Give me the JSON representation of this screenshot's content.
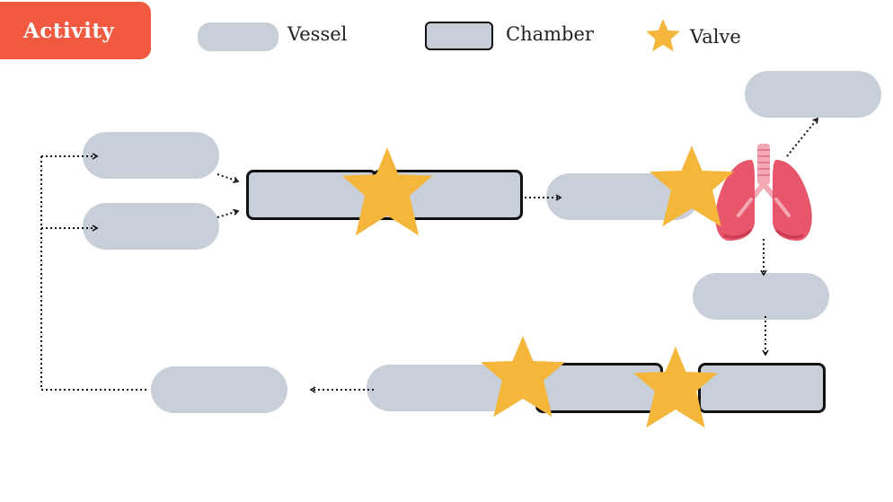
{
  "header": {
    "title": "Activity"
  },
  "legend": {
    "vessel": "Vessel",
    "chamber": "Chamber",
    "valve": "Valve"
  },
  "colors": {
    "badge": "#f15a40",
    "vessel_fill": "#c9cfd8",
    "valve_star": "#f4b73b",
    "lungs": "#e8566c"
  }
}
